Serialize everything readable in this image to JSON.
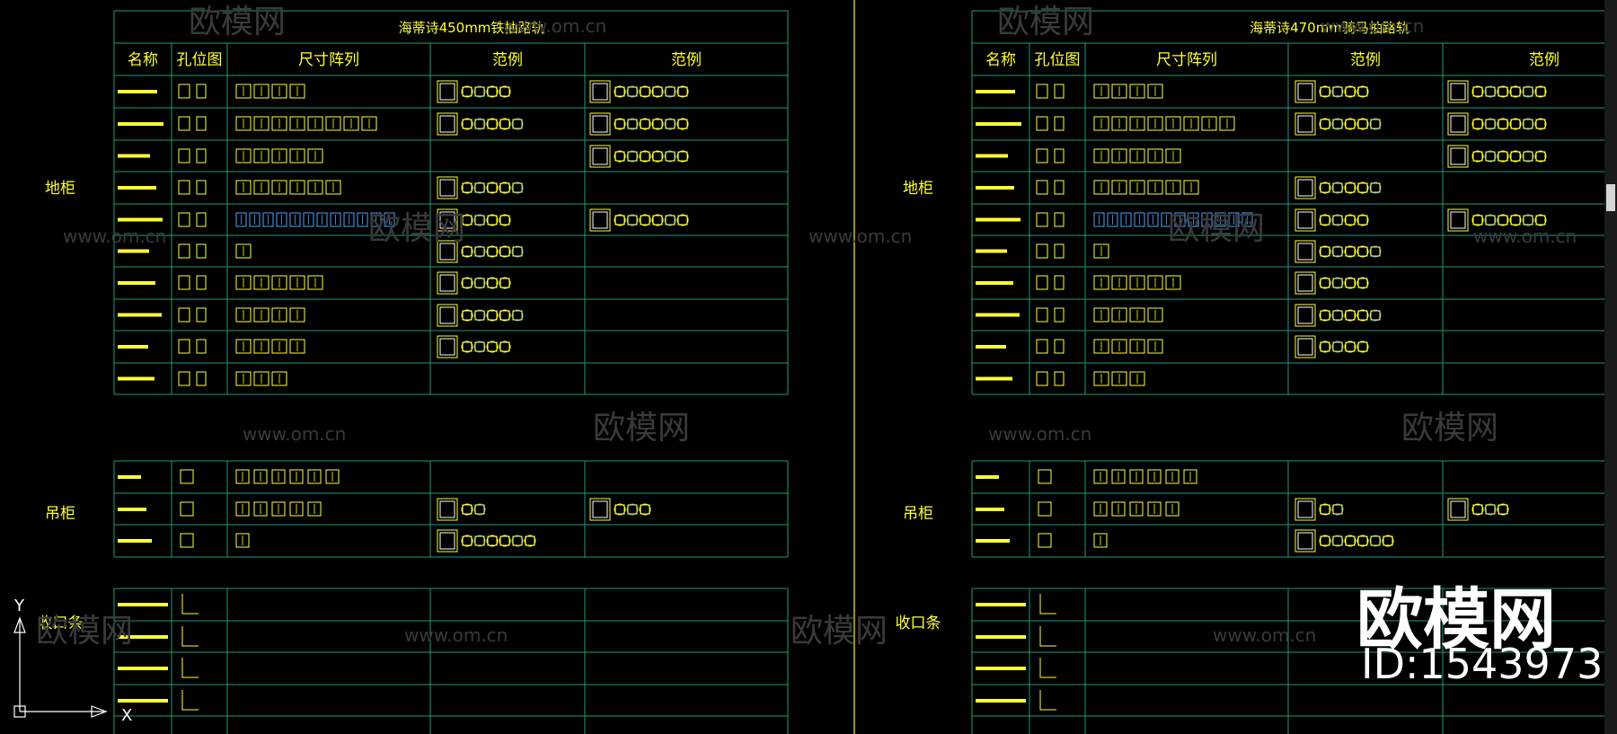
{
  "viewport_bg": "#000000",
  "grid_color": "#1f9a78",
  "text_color": "#ffff33",
  "sheets": [
    {
      "title": "海蒂诗450mm铁抽路轨",
      "headers": [
        "名称",
        "孔位图",
        "尺寸阵列",
        "范例",
        "范例"
      ],
      "group_labels": [
        "地柜",
        "吊柜",
        "收口条"
      ]
    },
    {
      "title": "海蒂诗470mm骑马抽路轨",
      "headers": [
        "名称",
        "孔位图",
        "尺寸阵列",
        "范例",
        "范例"
      ],
      "group_labels": [
        "地柜",
        "吊柜",
        "收口条"
      ]
    }
  ],
  "watermark": {
    "site": "www.om.cn",
    "brand": "欧模网",
    "id_text": "ID:1543973"
  },
  "ucs": {
    "x_label": "X",
    "y_label": "Y"
  }
}
